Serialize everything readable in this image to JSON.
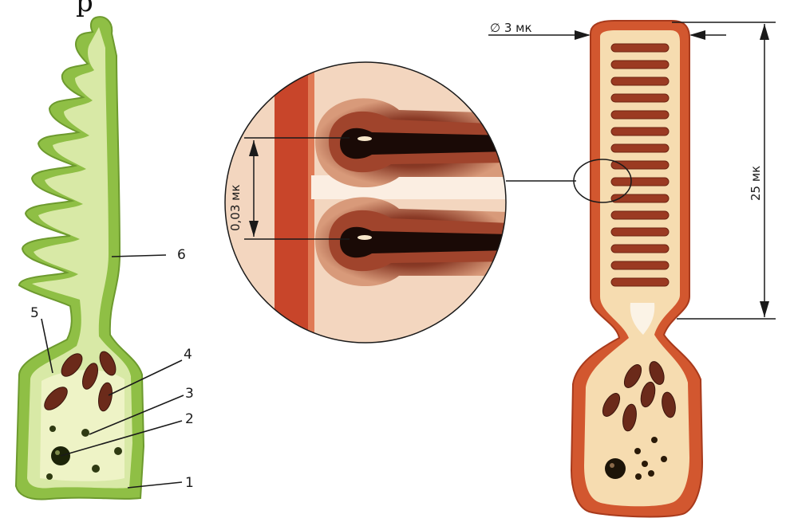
{
  "top_fragment": "р",
  "left_cell": {
    "labels": {
      "n1": "1",
      "n2": "2",
      "n3": "3",
      "n4": "4",
      "n5": "5",
      "n6": "6"
    },
    "colors": {
      "outer": "#8fbf45",
      "inner": "#d8e9a6",
      "core": "#eef3c6",
      "granule": "#6b2a1a"
    }
  },
  "magnified_view": {
    "spacing_label": "0,03 мк",
    "colors": {
      "band": "#c8452a",
      "background": "#f3d6bf",
      "disc": "#1a0a06",
      "halo": "#8a3a26"
    }
  },
  "right_cell": {
    "diameter_label": "∅ 3 мк",
    "height_label": "25 мк",
    "colors": {
      "outer": "#d2572f",
      "inner": "#f6dcb0",
      "disc": "#9b3a22",
      "granule": "#6b2a1a"
    }
  }
}
